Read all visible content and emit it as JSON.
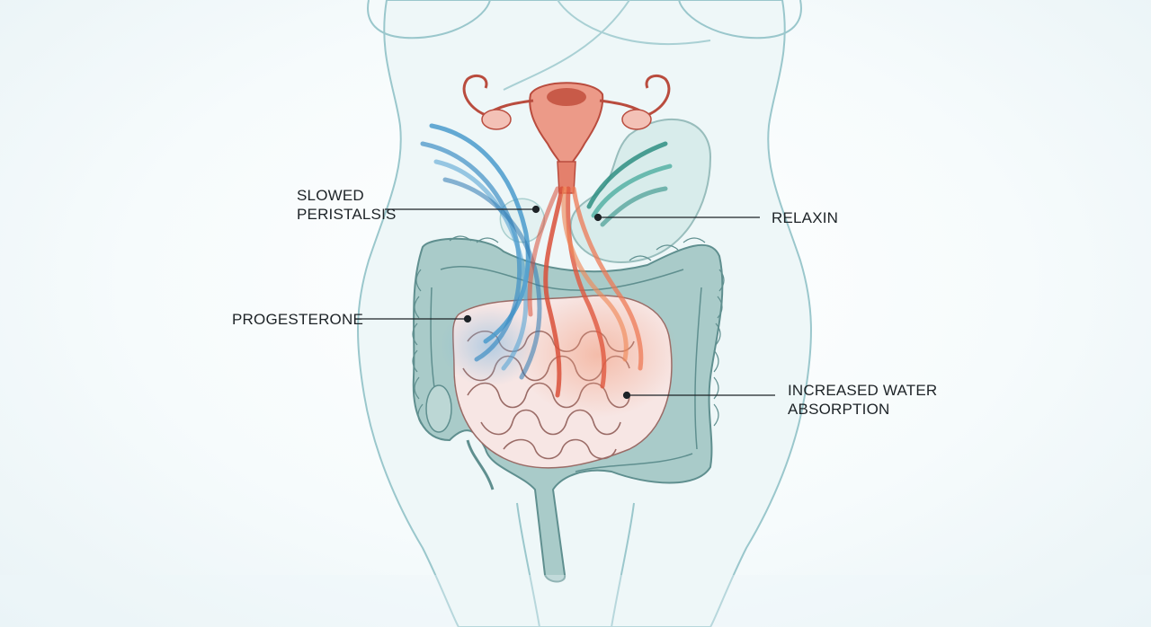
{
  "labels": {
    "slowed_peristalsis_line1": "SLOWED",
    "slowed_peristalsis_line2": "PERISTALSIS",
    "relaxin": "RELAXIN",
    "progesterone": "PROGESTERONE",
    "increased_water_line1": "INCREASED WATER",
    "increased_water_line2": "ABSORPTION"
  },
  "colors": {
    "body_outline": "#9ac7cc",
    "body_fill": "#eef7f8",
    "colon": "#8fb7b6",
    "colon_dark": "#5f8f8f",
    "small_intestine": "#f7e6e4",
    "small_intestine_line": "#9a6b66",
    "uterus": "#e98a7a",
    "uterus_dark": "#b94c3e",
    "progesterone_stream": "#3f8fc4",
    "relaxin_stream": "#2f8f83",
    "red_stream": "#e0573f",
    "leader_line": "#1d2327"
  }
}
